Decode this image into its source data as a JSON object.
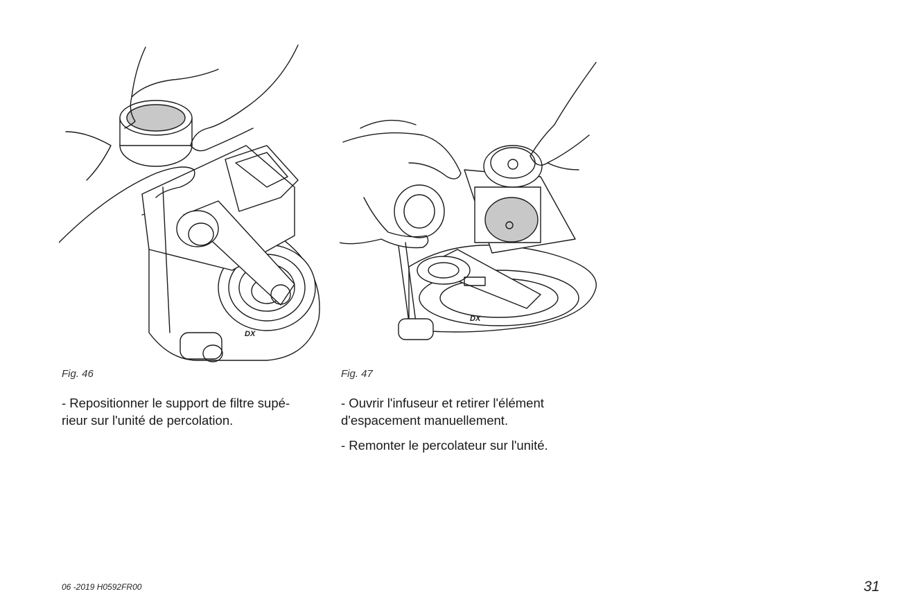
{
  "figures": [
    {
      "caption": "Fig. 46",
      "instructions": [
        [
          "- Repositionner le support de filtre supé-",
          "rieur sur l'unité de percolation."
        ]
      ]
    },
    {
      "caption": "Fig. 47",
      "instructions": [
        [
          "- Ouvrir l'infuseur et retirer l'élément",
          "d'espacement manuellement."
        ],
        [
          "- Remonter le percolateur sur l'unité."
        ]
      ]
    }
  ],
  "footer": {
    "doc_code": "06 -2019 H0592FR00",
    "page_number": "31"
  },
  "graphics": {
    "fig46_brand_mark": "DX",
    "fig47_brand_mark": "DX"
  }
}
